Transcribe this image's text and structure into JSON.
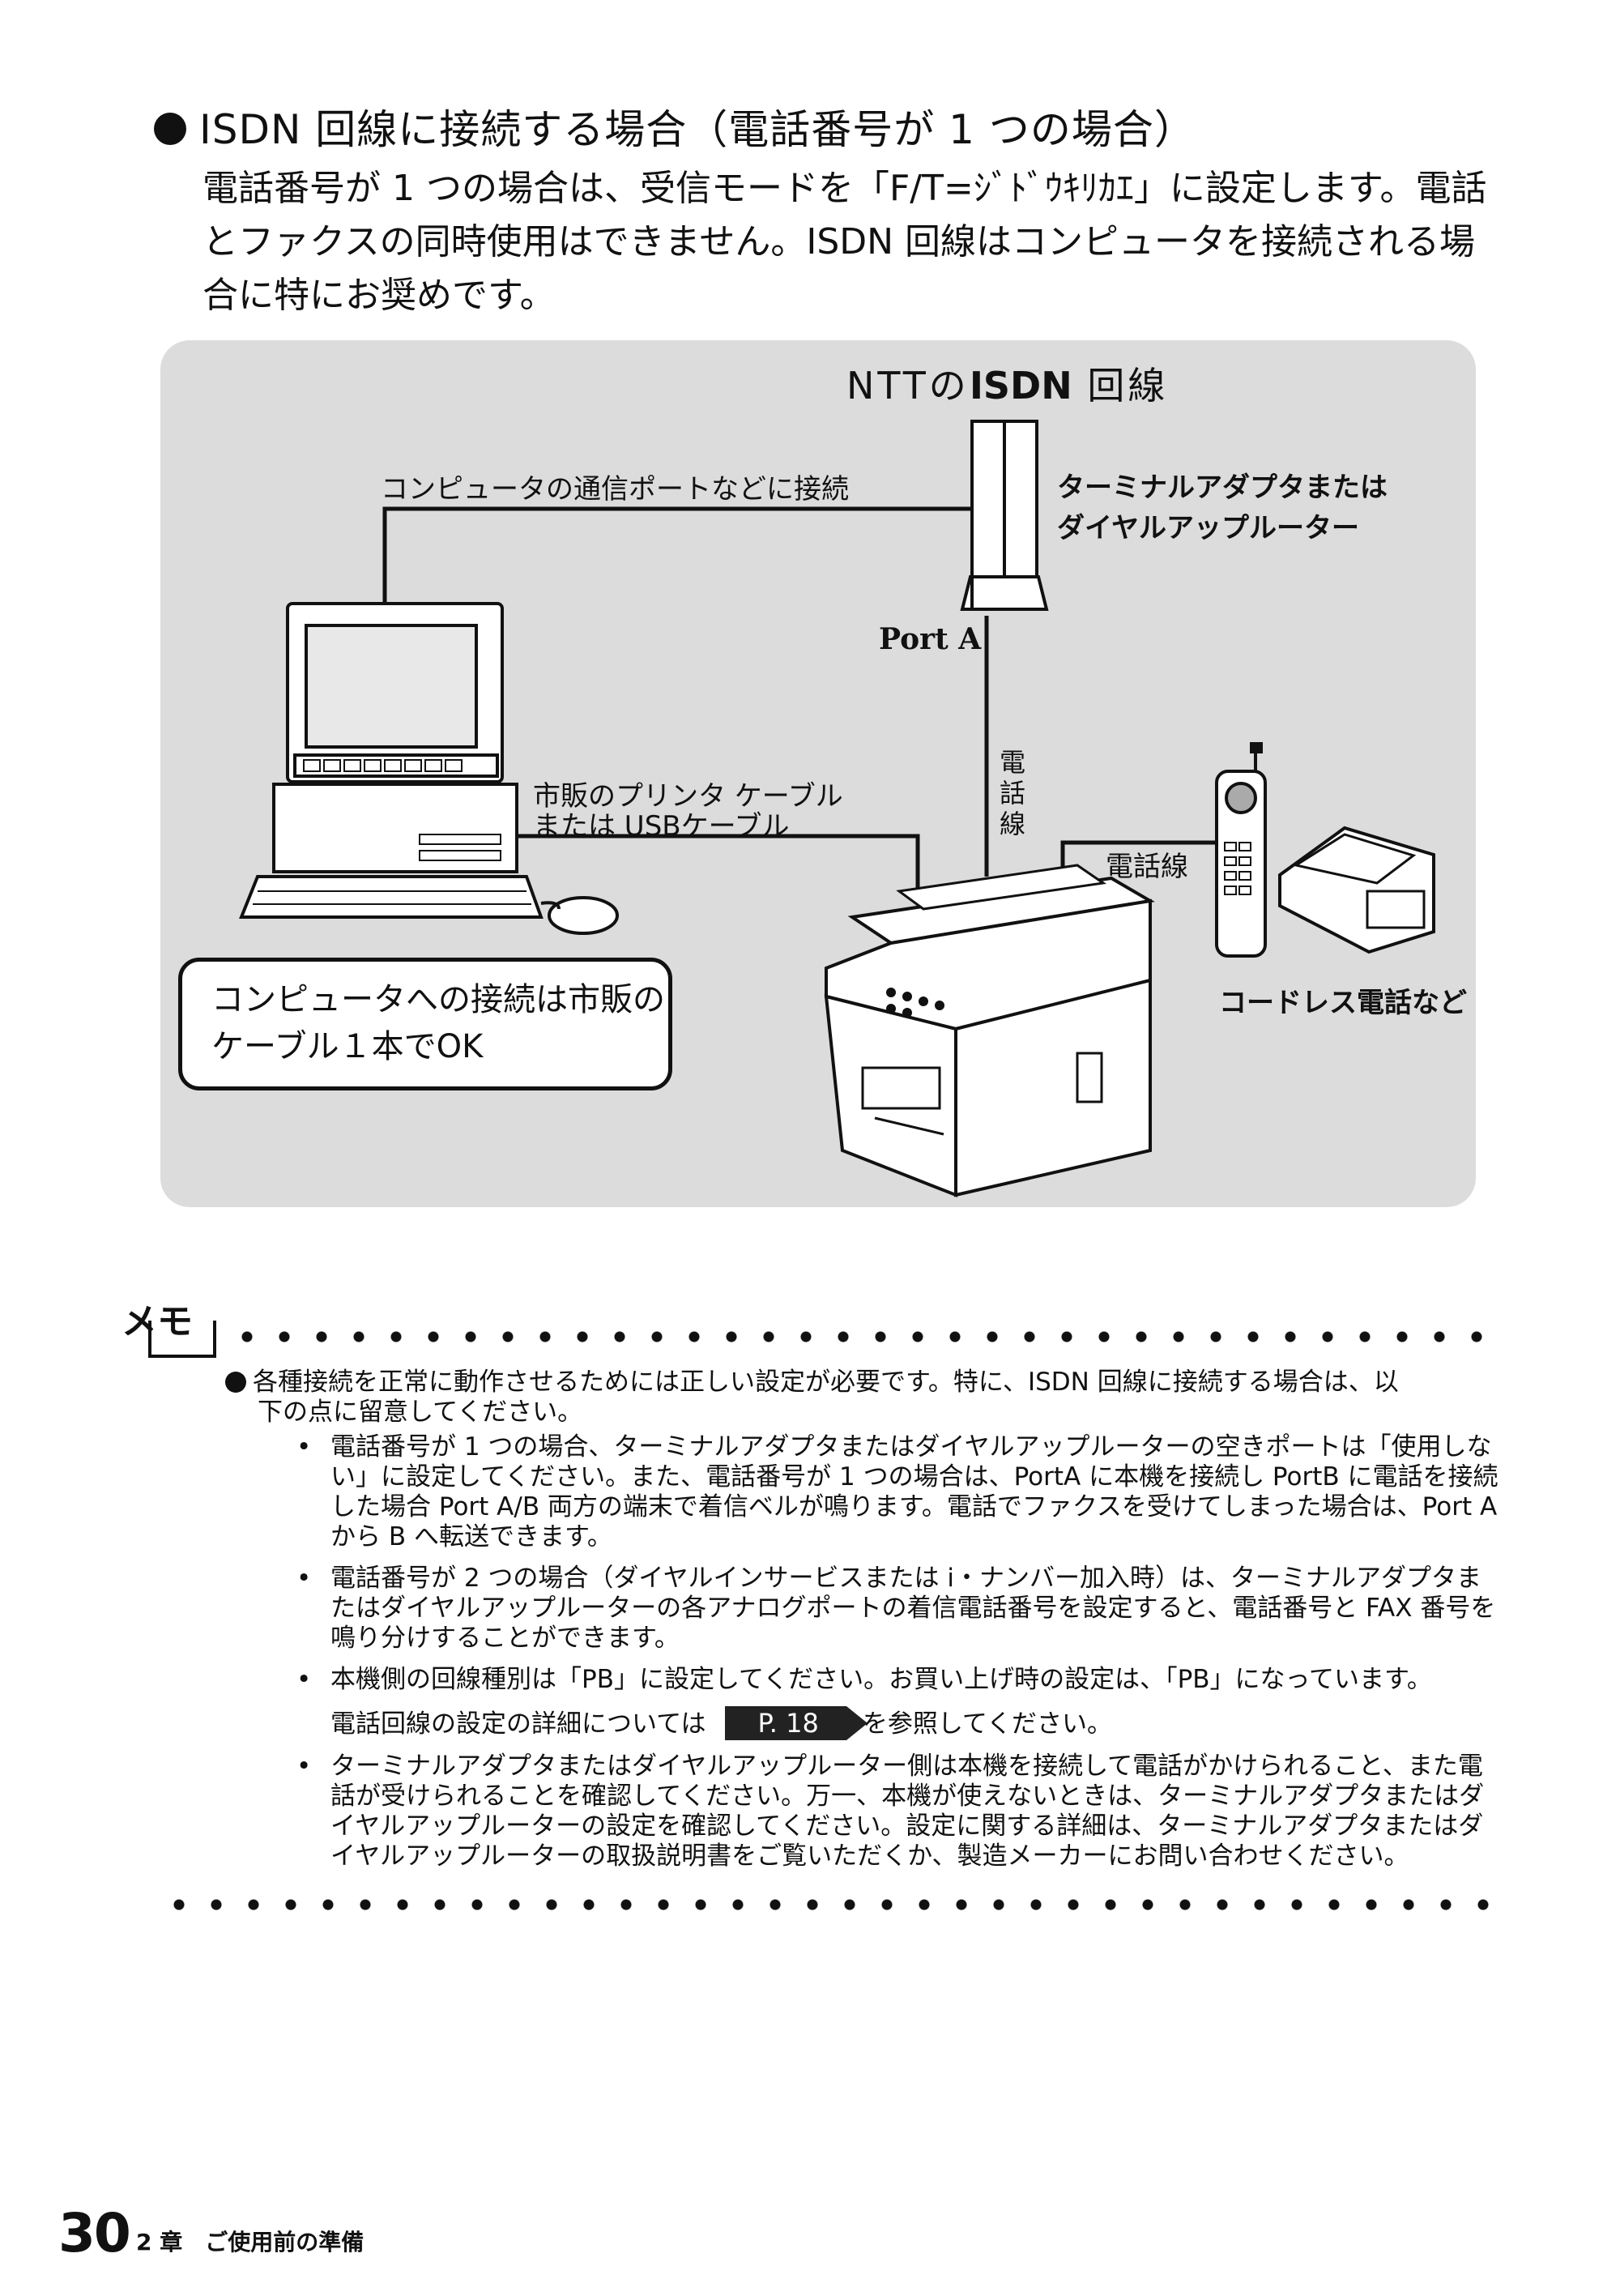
{
  "heading": "ISDN 回線に接続する場合（電話番号が 1 つの場合）",
  "intro": [
    "電話番号が 1 つの場合は、受信モードを「F/T=ｼﾞﾄﾞｳｷﾘｶｴ」に設定します。電話",
    "とファクスの同時使用はできません。ISDN 回線はコンピュータを接続される場",
    "合に特にお奨めです。"
  ],
  "diagram": {
    "ntt_prefix": "NTTの",
    "ntt_isdn": "ISDN",
    "ntt_suffix": " 回線",
    "pc_port_label": "コンピュータの通信ポートなどに接続",
    "ta_label_1": "ターミナルアダプタまたは",
    "ta_label_2": "ダイヤルアップルーター",
    "port_a": "Port A",
    "phone_line_vertical": "電話線",
    "cable_label_1": "市販のプリンタ ケーブル",
    "cable_label_2": "または USBケーブル",
    "phone_line": "電話線",
    "cordless": "コードレス電話など",
    "callout_1": "コンピュータへの接続は市販の",
    "callout_2": "ケーブル１本でOK"
  },
  "memo": {
    "label": "メモ",
    "item_1_line1": "各種接続を正常に動作させるためには正しい設定が必要です。特に、ISDN 回線に接続する場合は、以",
    "item_1_line2": "下の点に留意してください。",
    "bullets": [
      "電話番号が 1 つの場合、ターミナルアダプタまたはダイヤルアップルーターの空きポートは「使用しない」に設定してください。また、電話番号が 1 つの場合は、PortA に本機を接続し PortB に電話を接続した場合 Port A/B 両方の端末で着信ベルが鳴ります。電話でファクスを受けてしまった場合は、Port A から B へ転送できます。",
      "電話番号が 2 つの場合（ダイヤルインサービスまたは i・ナンバー加入時）は、ターミナルアダプタまたはダイヤルアップルーターの各アナログポートの着信電話番号を設定すると、電話番号と FAX 番号を鳴り分けすることができます。",
      "本機側の回線種別は「PB」に設定してください。お買い上げ時の設定は、「PB」になっています。"
    ],
    "ref_before": "電話回線の設定の詳細については",
    "ref_page": "P. 18",
    "ref_after": "を参照してください。",
    "bullet_4": "ターミナルアダプタまたはダイヤルアップルーター側は本機を接続して電話がかけられること、また電話が受けられることを確認してください。万一、本機が使えないときは、ターミナルアダプタまたはダイヤルアップルーターの設定を確認してください。設定に関する詳細は、ターミナルアダプタまたはダイヤルアップルーターの取扱説明書をご覧いただくか、製造メーカーにお問い合わせください。"
  },
  "footer": {
    "page_number": "30",
    "chapter": "2 章　ご使用前の準備"
  }
}
